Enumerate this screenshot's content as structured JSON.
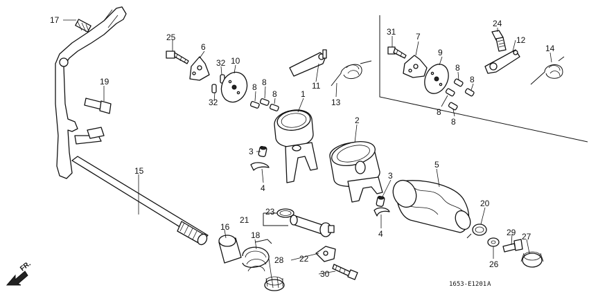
{
  "callouts": [
    "1",
    "2",
    "3",
    "3",
    "4",
    "4",
    "5",
    "6",
    "7",
    "8",
    "8",
    "8",
    "8",
    "8",
    "8",
    "9",
    "10",
    "11",
    "12",
    "13",
    "14",
    "15",
    "16",
    "17",
    "18",
    "19",
    "20",
    "21",
    "22",
    "23",
    "24",
    "25",
    "26",
    "27",
    "28",
    "29",
    "30",
    "31",
    "32",
    "32"
  ],
  "diagram_code": "1653-E1201",
  "diagram_rev": "A",
  "direction_label": "FR."
}
